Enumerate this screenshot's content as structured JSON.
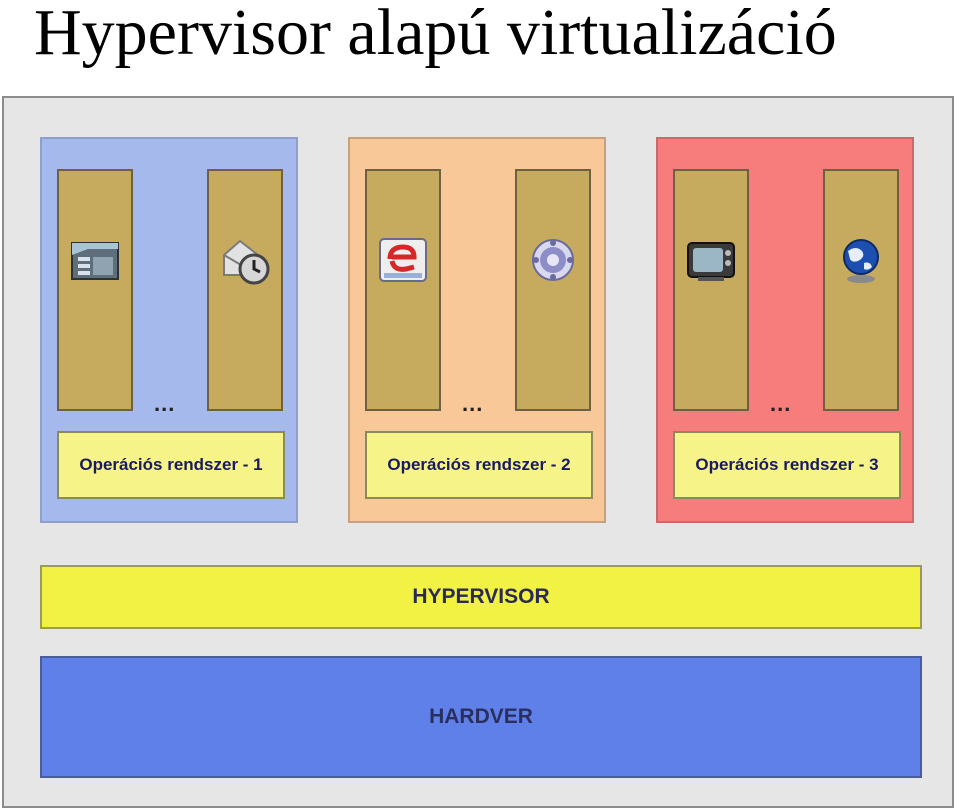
{
  "title": "Hypervisor alapú virtualizáció",
  "vms": [
    {
      "os_label": "Operációs rendszer - 1",
      "ellipsis": "...",
      "apps": [
        "spreadsheet-icon",
        "mail-clock-icon"
      ]
    },
    {
      "os_label": "Operációs rendszer - 2",
      "ellipsis": "...",
      "apps": [
        "e-app-icon",
        "gear-disc-icon"
      ]
    },
    {
      "os_label": "Operációs rendszer - 3",
      "ellipsis": "...",
      "apps": [
        "tv-icon",
        "globe-icon"
      ]
    }
  ],
  "hypervisor_label": "HYPERVISOR",
  "hardware_label": "HARDVER",
  "colors": {
    "vm1": "#a6b9ec",
    "vm2": "#f8c898",
    "vm3": "#f77c7c",
    "app": "#c6ab5e",
    "os": "#f6f488",
    "hypervisor": "#f2f244",
    "hardware": "#5f80e8"
  }
}
